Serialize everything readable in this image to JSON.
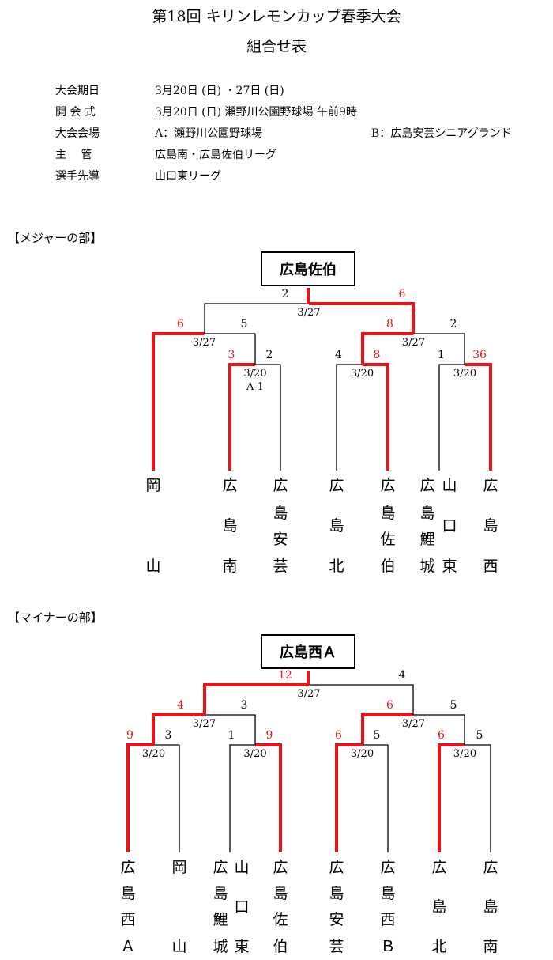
{
  "title": "第18回 キリンレモンカップ春季大会",
  "subtitle": "組合せ表",
  "info": [
    {
      "label": "大会期日",
      "value": "3月20日 (日) ・27日 (日)"
    },
    {
      "label": "開 会 式",
      "value": "3月20日 (日)  瀬野川公園野球場 午前9時"
    },
    {
      "label": "大会会場",
      "value": "A：瀬野川公園野球場",
      "value2": "B：広島安芸シニアグランド"
    },
    {
      "label": "主　 管",
      "value": "広島南・広島佐伯リーグ"
    },
    {
      "label": "選手先導",
      "value": "山口東リーグ"
    }
  ],
  "major": {
    "heading": "【メジャーの部】",
    "champion": "広島佐伯",
    "teams": [
      "岡山",
      "広島南",
      "広島安芸",
      "広島北",
      "広島佐伯",
      "広島鯉城",
      "山口東",
      "広島西"
    ],
    "matches": [
      {
        "id": "m_sf",
        "date": "3/20",
        "venue": "A-1",
        "score_left": "3",
        "score_right": "2",
        "left_win": true
      },
      {
        "id": "m_qf2",
        "date": "3/20",
        "score_left": "4",
        "score_right": "8",
        "left_win": false
      },
      {
        "id": "m_qf3",
        "date": "3/20",
        "score_left": "1",
        "score_right": "36",
        "left_win": false
      },
      {
        "id": "m_s1",
        "date": "3/27",
        "score_left": "6",
        "score_right": "5",
        "left_win": true
      },
      {
        "id": "m_s2",
        "date": "3/27",
        "score_left": "8",
        "score_right": "2",
        "left_win": true
      },
      {
        "id": "m_f",
        "date": "3/27",
        "score_left": "2",
        "score_right": "6",
        "left_win": false
      }
    ]
  },
  "minor": {
    "heading": "【マイナーの部】",
    "champion": "広島西Ａ",
    "teams": [
      "広島西Ａ",
      "岡山",
      "広島鯉城",
      "山口東",
      "広島佐伯",
      "広島安芸",
      "広島西Ｂ",
      "広島北",
      "広島南"
    ],
    "matches": [
      {
        "id": "n_q1",
        "date": "3/20",
        "score_left": "9",
        "score_right": "3",
        "left_win": true
      },
      {
        "id": "n_q2",
        "date": "3/20",
        "score_left": "1",
        "score_right": "9",
        "left_win": false
      },
      {
        "id": "n_q3",
        "date": "3/20",
        "score_left": "6",
        "score_right": "5",
        "left_win": true
      },
      {
        "id": "n_q4",
        "date": "3/20",
        "score_left": "6",
        "score_right": "5",
        "left_win": true
      },
      {
        "id": "n_s1",
        "date": "3/27",
        "score_left": "4",
        "score_right": "3",
        "left_win": true
      },
      {
        "id": "n_s2",
        "date": "3/27",
        "score_left": "6",
        "score_right": "5",
        "left_win": true
      },
      {
        "id": "n_f",
        "date": "3/27",
        "score_left": "12",
        "score_right": "4",
        "left_win": true
      }
    ]
  },
  "colors": {
    "win": "#e8141a",
    "line": "#000000"
  }
}
